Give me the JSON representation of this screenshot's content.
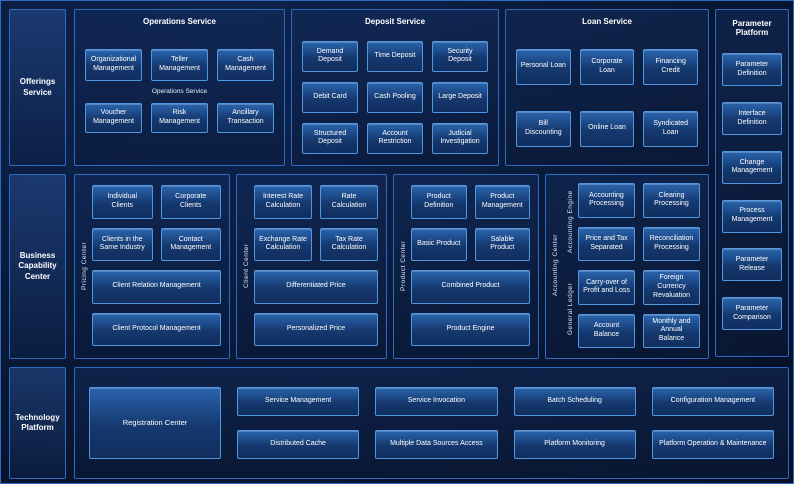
{
  "sidebar": {
    "offerings": "Offerings Service",
    "business": "Business Capability Center",
    "technology": "Technology Platform"
  },
  "operations": {
    "title": "Operations Service",
    "subtitle": "Operations Service",
    "row1": [
      "Organizational Management",
      "Teller Management",
      "Cash Management"
    ],
    "row2": [
      "Voucher Management",
      "Risk Management",
      "Ancillary Transaction"
    ]
  },
  "deposit": {
    "title": "Deposit Service",
    "items": [
      "Demand Deposit",
      "Time Deposit",
      "Security Deposit",
      "Debit Card",
      "Cash Pooling",
      "Large Deposit",
      "Structured Deposit",
      "Account Restriction",
      "Judicial Investigation"
    ]
  },
  "loan": {
    "title": "Loan Service",
    "items": [
      "Personal Loan",
      "Corporate Loan",
      "Financing Credit",
      "Bill Discounting",
      "Online Loan",
      "Syndicated Loan"
    ]
  },
  "pricing_center": {
    "label": "Pricing Center",
    "items": [
      "Individual Clients",
      "Corporate Clients",
      "Clients in the Same Industry",
      "Contact Management"
    ],
    "wide": [
      "Client Relation Management",
      "Client Protocol Management"
    ]
  },
  "client_center": {
    "label": "Client Center",
    "items": [
      "Interest Rate Calculation",
      "Rate Calculation",
      "Exchange Rate Calculation",
      "Tax Rate Calculation"
    ],
    "wide": [
      "Differentiated Price",
      "Personalized Price"
    ]
  },
  "product_center": {
    "label": "Product Center",
    "items": [
      "Product Definition",
      "Product Management",
      "Basic Product",
      "Salable Product"
    ],
    "wide": [
      "Combined Product",
      "Product Engine"
    ]
  },
  "accounting_center": {
    "label": "Accounting Center",
    "engine": {
      "label": "Accounting Engine",
      "items": [
        "Accounting Processing",
        "Clearing Processing",
        "Price and Tax Separated",
        "Reconciliation Processing"
      ]
    },
    "ledger": {
      "label": "General Ledger",
      "items": [
        "Carry-over of Profit and Loss",
        "Foreign Currency Revaluation",
        "Account Balance",
        "Monthly and Annual Balance"
      ]
    }
  },
  "technology": {
    "registration": "Registration Center",
    "row1": [
      "Service Management",
      "Service Invocation",
      "Batch Scheduling",
      "Configuration Management"
    ],
    "row2": [
      "Distributed Cache",
      "Multiple Data Sources Access",
      "Platform Monitoring",
      "Platform Operation & Maintenance"
    ]
  },
  "parameter_platform": {
    "title": "Parameter Platform",
    "items": [
      "Parameter Definition",
      "Interface Definition",
      "Change Management",
      "Process Management",
      "Parameter Release",
      "Parameter Comparison"
    ]
  },
  "colors": {
    "background": "#091834",
    "section_border": "#2e6ac2",
    "item_border": "#4f97e0",
    "item_fill_top": "#2a64ad",
    "item_fill_bottom": "#112e5f",
    "text": "#ffffff"
  }
}
